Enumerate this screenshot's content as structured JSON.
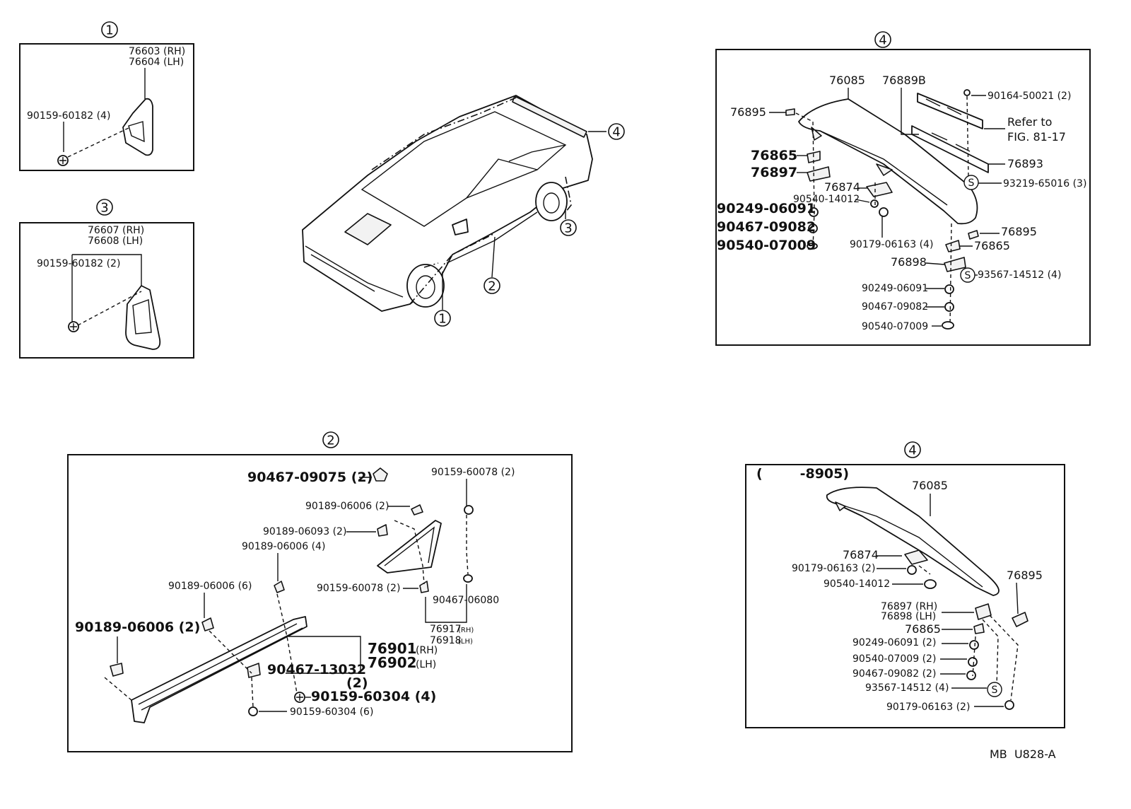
{
  "figure_code": "MB  U828-A",
  "overview": {
    "callouts": [
      "1",
      "2",
      "3",
      "4"
    ]
  },
  "panel1": {
    "key": "1",
    "parts": [
      "76603 (RH)",
      "76604 (LH)",
      "90159-60182 (4)"
    ]
  },
  "panel3": {
    "key": "3",
    "parts": [
      "76607 (RH)",
      "76608 (LH)",
      "90159-60182 (2)"
    ]
  },
  "panel4a": {
    "key": "4",
    "note": "Refer to",
    "note_ref": "FIG. 81-17",
    "s_mark": "S",
    "parts": [
      "76085",
      "76889B",
      "76895",
      "90164-50021 (2)",
      "76865",
      "76897",
      "76893",
      "93219-65016 (3)",
      "76874",
      "90540-14012",
      "90249-06091",
      "90467-09082",
      "90540-07009",
      "90179-06163 (4)",
      "76895",
      "76865",
      "76898",
      "93567-14512 (4)",
      "90249-06091",
      "90467-09082",
      "90540-07009"
    ]
  },
  "panel2": {
    "key": "2",
    "parts": [
      "90467-09075 (2)",
      "90159-60078 (2)",
      "90189-06006 (2)",
      "90189-06093 (2)",
      "90189-06006 (4)",
      "90189-06006 (6)",
      "90159-60078 (2)",
      "90467-06080",
      "90189-06006 (2)",
      "76917",
      "(RH)",
      "76918",
      "(LH)",
      "76901",
      "(RH)",
      "76902",
      "(LH)",
      "90467-13032",
      "(2)",
      "90159-60304 (4)",
      "90159-60304 (6)"
    ]
  },
  "panel4b": {
    "key": "4",
    "date_range": "(        -8905)",
    "s_mark": "S",
    "parts": [
      "76085",
      "76874",
      "90179-06163 (2)",
      "90540-14012",
      "76895",
      "76897 (RH)",
      "76898 (LH)",
      "76865",
      "90249-06091 (2)",
      "90540-07009 (2)",
      "90467-09082 (2)",
      "93567-14512 (4)",
      "90179-06163 (2)"
    ]
  }
}
